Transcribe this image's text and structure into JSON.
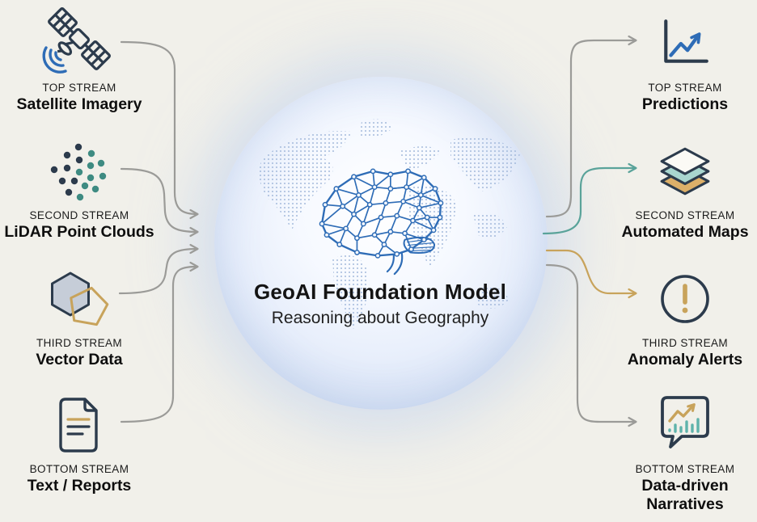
{
  "center": {
    "title": "GeoAI Foundation Model",
    "subtitle": "Reasoning about Geography",
    "globe_icon": "globe-dotted-map-icon",
    "brain_icon": "neural-network-brain-icon"
  },
  "inputs": [
    {
      "stream": "TOP STREAM",
      "name": "Satellite Imagery",
      "icon": "satellite-icon"
    },
    {
      "stream": "SECOND STREAM",
      "name": "LiDAR Point Clouds",
      "icon": "lidar-point-cloud-icon"
    },
    {
      "stream": "THIRD STREAM",
      "name": "Vector Data",
      "icon": "vector-shapes-icon"
    },
    {
      "stream": "BOTTOM STREAM",
      "name": "Text / Reports",
      "icon": "document-icon"
    }
  ],
  "outputs": [
    {
      "stream": "TOP STREAM",
      "name": "Predictions",
      "icon": "trend-chart-icon"
    },
    {
      "stream": "SECOND STREAM",
      "name": "Automated Maps",
      "icon": "map-layers-icon"
    },
    {
      "stream": "THIRD STREAM",
      "name": "Anomaly Alerts",
      "icon": "alert-circle-icon"
    },
    {
      "stream": "BOTTOM STREAM",
      "name": "Data-driven Narratives",
      "icon": "narrative-chart-bubble-icon"
    }
  ],
  "colors": {
    "background": "#f1f0ea",
    "navy": "#2c3b4c",
    "blue": "#2e6cb6",
    "teal": "#5aa39a",
    "teal_dark": "#3e8b82",
    "gold": "#c8a35b",
    "tan_fill": "#ddb069",
    "teal_fill": "#a9d6cf",
    "connector_gray": "#9b9b98",
    "globe_rim": "#c3d2ec",
    "continent_dots": "#9fb6da",
    "text": "#141414"
  }
}
